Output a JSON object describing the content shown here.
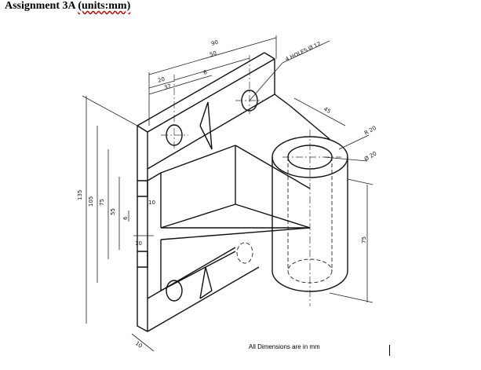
{
  "title": {
    "prefix": "Assignment 3A ",
    "units": "(units:mm)"
  },
  "footer": "All Dimensions are in mm",
  "callout": "4 HOLES Ø 12",
  "dims": {
    "d90": "90",
    "d50": "50",
    "d20": "20",
    "d37": "37",
    "d6top": "6",
    "d45": "45",
    "r20": "R 20",
    "dia20": "Ø 20",
    "d135": "135",
    "d105": "105",
    "d75left": "75",
    "d55": "55",
    "d6left": "6",
    "d10a": "10",
    "d10b": "10",
    "d10bottom": "10",
    "d75right": "75"
  }
}
